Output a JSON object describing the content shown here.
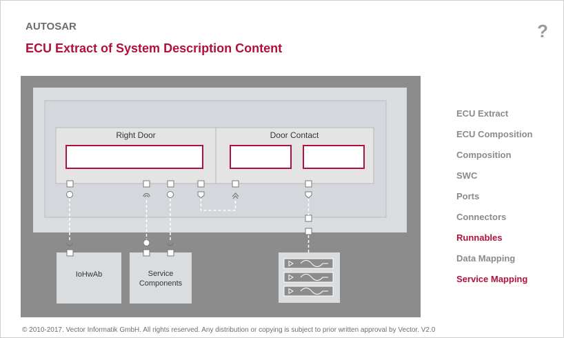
{
  "header": {
    "subtitle": "AUTOSAR",
    "title": "ECU Extract of System Description Content",
    "help_label": "?"
  },
  "diagram": {
    "swc_right_door": "Right Door",
    "swc_door_contact": "Door Contact",
    "bsw_iohwab": "IoHwAb",
    "bsw_service_line1": "Service",
    "bsw_service_line2": "Components"
  },
  "nav": {
    "items": [
      {
        "label": "ECU Extract",
        "active": false
      },
      {
        "label": "ECU Composition",
        "active": false
      },
      {
        "label": "Composition",
        "active": false
      },
      {
        "label": "SWC",
        "active": false
      },
      {
        "label": "Ports",
        "active": false
      },
      {
        "label": "Connectors",
        "active": false
      },
      {
        "label": "Runnables",
        "active": true
      },
      {
        "label": "Data Mapping",
        "active": false
      },
      {
        "label": "Service Mapping",
        "active": true
      }
    ]
  },
  "footer": {
    "copyright": "© 2010-2017. Vector Informatik GmbH. All rights reserved. Any distribution or copying is subject to prior written approval by Vector. V2.0"
  },
  "colors": {
    "accent": "#b0103a",
    "outer_bg": "#8c8c8c",
    "panel_bg": "#d4d8dc",
    "nav_inactive": "#8a8a8a"
  }
}
